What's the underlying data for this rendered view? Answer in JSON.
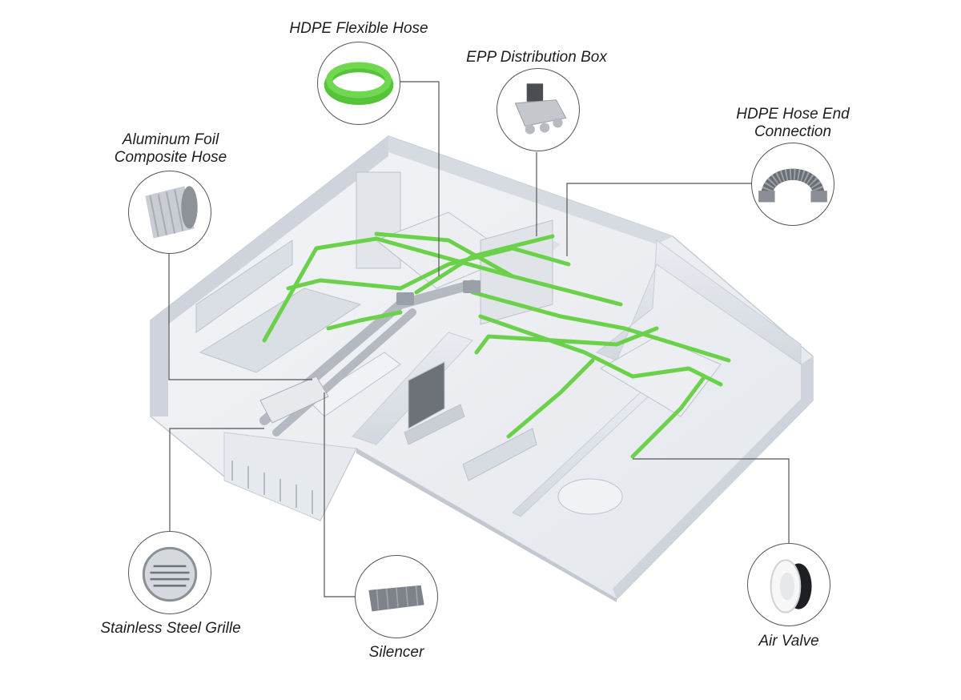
{
  "components": [
    {
      "id": "hdpe-flexible-hose",
      "lines": [
        "HDPE Flexible Hose"
      ]
    },
    {
      "id": "epp-distribution-box",
      "lines": [
        "EPP Distribution Box"
      ]
    },
    {
      "id": "hdpe-hose-end-connection",
      "lines": [
        "HDPE Hose End",
        "Connection"
      ]
    },
    {
      "id": "aluminum-foil-composite-hose",
      "lines": [
        "Aluminum Foil",
        "Composite Hose"
      ]
    },
    {
      "id": "stainless-steel-grille",
      "lines": [
        "Stainless Steel Grille"
      ]
    },
    {
      "id": "silencer",
      "lines": [
        "Silencer"
      ]
    },
    {
      "id": "air-valve",
      "lines": [
        "Air Valve"
      ]
    }
  ],
  "colors": {
    "duct_green": "#6cd14a",
    "wall": "#dfe3ea",
    "floor": "#eef0f4",
    "leader_line": "#555555",
    "text": "#1e1e1e"
  },
  "icons": {
    "hdpe-flexible-hose": "green-coiled-hose-icon",
    "epp-distribution-box": "distribution-box-icon",
    "hdpe-hose-end-connection": "corrugated-hose-connector-icon",
    "aluminum-foil-composite-hose": "foil-duct-icon",
    "stainless-steel-grille": "vent-grille-icon",
    "silencer": "silencer-tube-icon",
    "air-valve": "air-valve-icon"
  }
}
